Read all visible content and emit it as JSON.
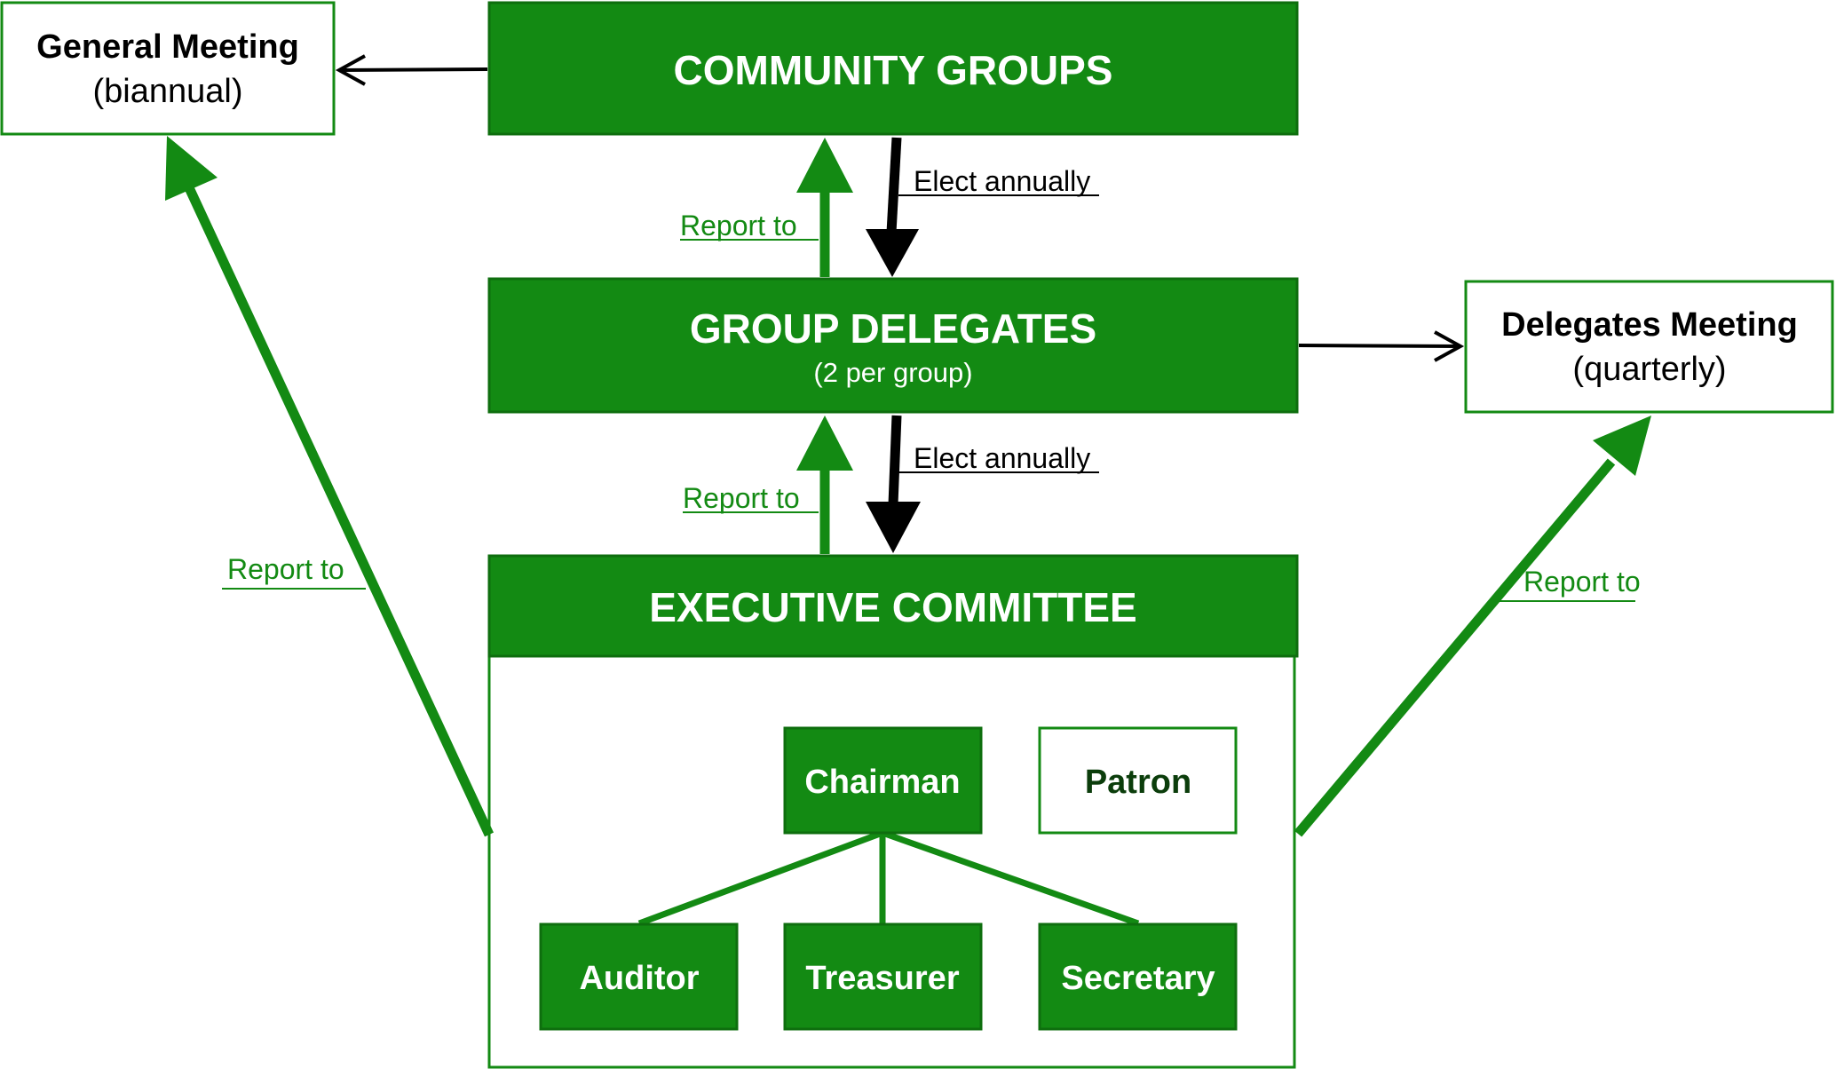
{
  "colors": {
    "green": "#138a13",
    "green_border": "#0e7a0e",
    "dark_green_text": "#0b3d0b",
    "black": "#000000",
    "white": "#ffffff"
  },
  "nodes": {
    "community_groups": {
      "title": "COMMUNITY GROUPS"
    },
    "group_delegates": {
      "title": "GROUP DELEGATES",
      "subtitle": "(2 per group)"
    },
    "executive_committee": {
      "title": "EXECUTIVE COMMITTEE"
    },
    "general_meeting": {
      "title": "General Meeting",
      "subtitle": "(biannual)"
    },
    "delegates_meeting": {
      "title": "Delegates Meeting",
      "subtitle": "(quarterly)"
    },
    "chairman": {
      "title": "Chairman"
    },
    "patron": {
      "title": "Patron"
    },
    "auditor": {
      "title": "Auditor"
    },
    "treasurer": {
      "title": "Treasurer"
    },
    "secretary": {
      "title": "Secretary"
    }
  },
  "edges": {
    "elect_1": "Elect annually",
    "elect_2": "Elect annually",
    "report_1": "Report to",
    "report_2": "Report to",
    "report_left": "Report to",
    "report_right": "Report to"
  }
}
